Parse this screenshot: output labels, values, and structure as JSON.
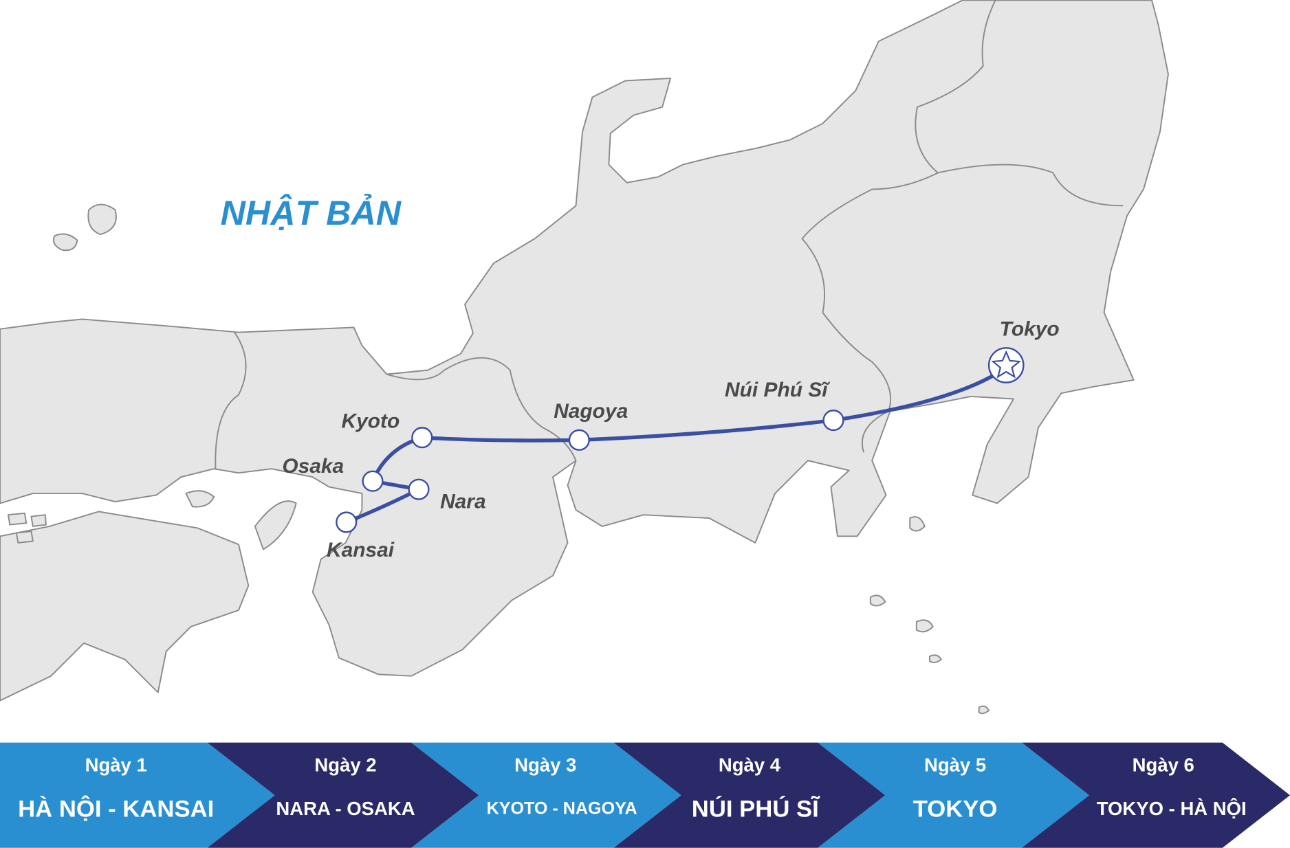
{
  "map": {
    "title": "NHẬT BẢN",
    "cities": [
      {
        "name": "Tokyo",
        "type": "star"
      },
      {
        "name": "Núi Phú Sĩ",
        "type": "stop"
      },
      {
        "name": "Nagoya",
        "type": "stop"
      },
      {
        "name": "Kyoto",
        "type": "stop"
      },
      {
        "name": "Osaka",
        "type": "stop"
      },
      {
        "name": "Nara",
        "type": "stop"
      },
      {
        "name": "Kansai",
        "type": "stop"
      }
    ]
  },
  "itinerary": [
    {
      "day": "Ngày 1",
      "route": "HÀ NỘI - KANSAI"
    },
    {
      "day": "Ngày 2",
      "route": "NARA - OSAKA"
    },
    {
      "day": "Ngày 3",
      "route": "KYOTO - NAGOYA"
    },
    {
      "day": "Ngày 4",
      "route": "NÚI PHÚ SĨ"
    },
    {
      "day": "Ngày 5",
      "route": "TOKYO"
    },
    {
      "day": "Ngày 6",
      "route": "TOKYO - HÀ NỘI"
    }
  ],
  "colors": {
    "light": "#2a8fd0",
    "dark": "#2a2a68",
    "route": "#3a4ea3"
  }
}
